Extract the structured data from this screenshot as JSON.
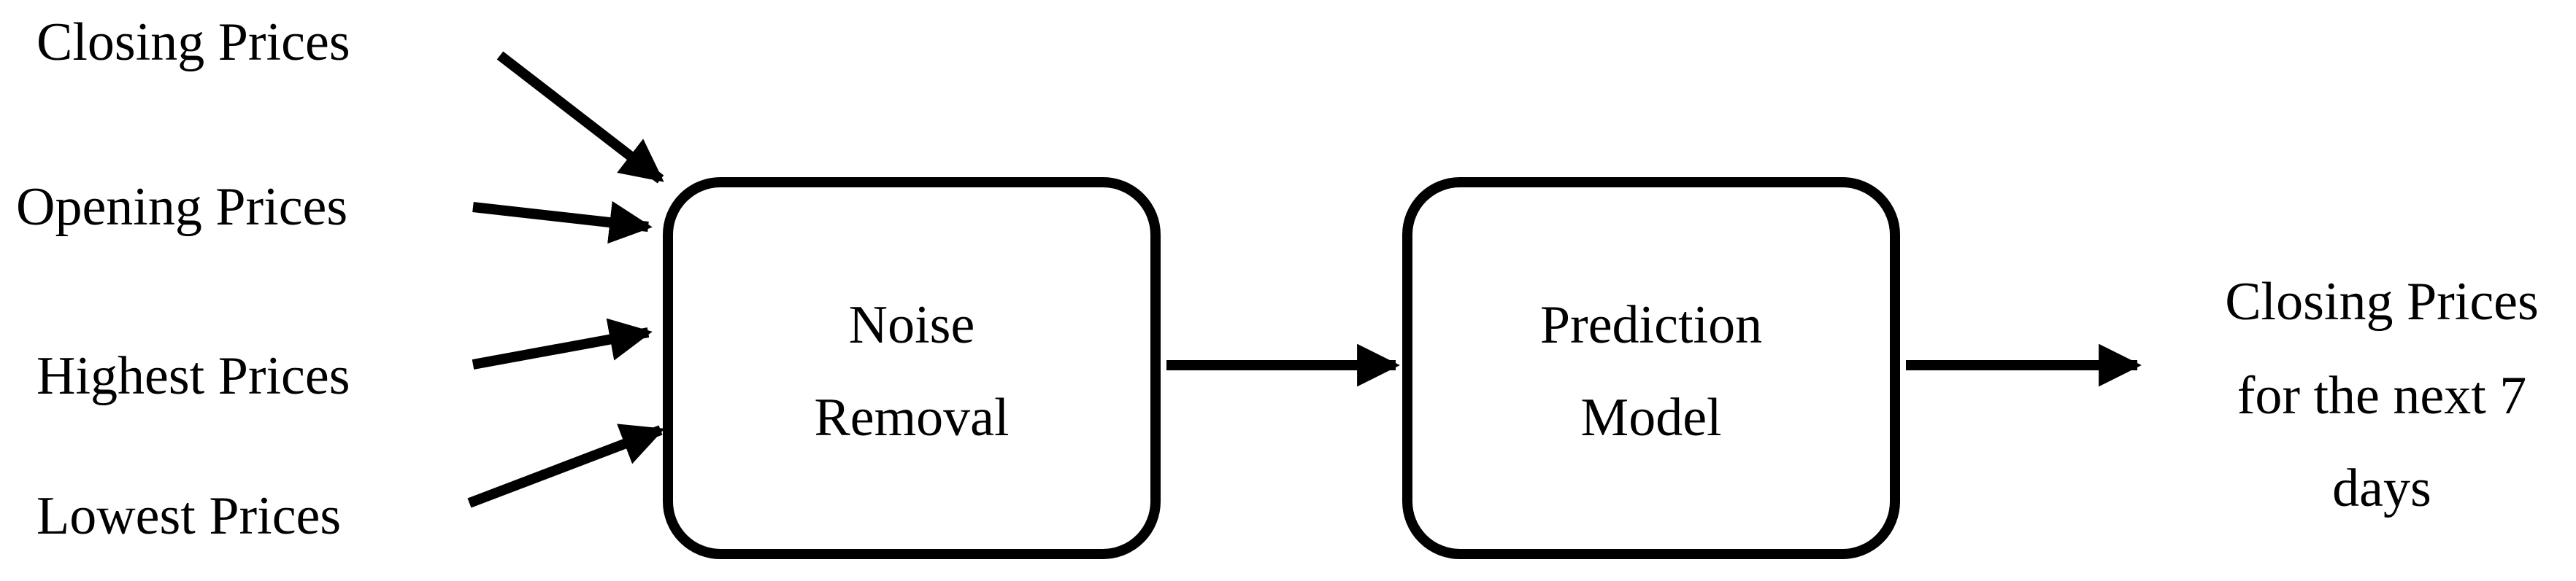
{
  "inputs": [
    "Closing Prices",
    "Opening Prices",
    "Highest Prices",
    "Lowest Prices"
  ],
  "boxes": {
    "noise_removal": [
      "Noise",
      "Removal"
    ],
    "prediction_model": [
      "Prediction",
      "Model"
    ]
  },
  "output": [
    "Closing Prices",
    "for the next 7",
    "days"
  ],
  "colors": {
    "stroke": "#000000",
    "background": "#ffffff"
  }
}
